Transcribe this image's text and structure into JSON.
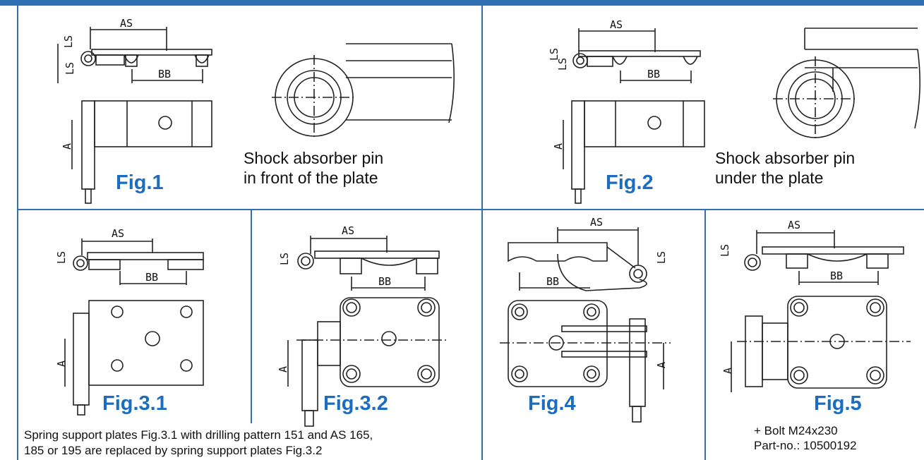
{
  "figures": {
    "fig1": {
      "label": "Fig.1",
      "caption_line1": "Shock absorber pin",
      "caption_line2": "in front of the plate"
    },
    "fig2": {
      "label": "Fig.2",
      "caption_line1": "Shock absorber pin",
      "caption_line2": "under the plate"
    },
    "fig31": {
      "label": "Fig.3.1"
    },
    "fig32": {
      "label": "Fig.3.2"
    },
    "fig4": {
      "label": "Fig.4"
    },
    "fig5": {
      "label": "Fig.5",
      "note_line1": "+ Bolt M24x230",
      "note_line2": "Part-no.: 10500192"
    }
  },
  "note": {
    "line1": "Spring support plates Fig.3.1 with drilling pattern 151 and AS 165,",
    "line2": "185 or 195 are replaced by spring support plates Fig.3.2"
  },
  "dims": {
    "as": "AS",
    "bb": "BB",
    "ls": "LS",
    "a": "A"
  },
  "colors": {
    "border": "#2f6fb3",
    "label": "#1c6cc0"
  }
}
